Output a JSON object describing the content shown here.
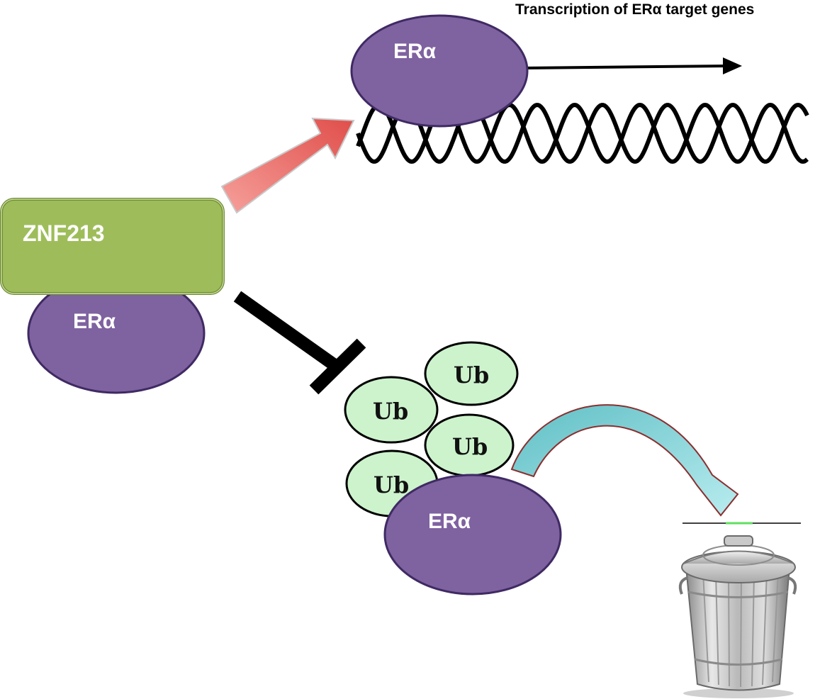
{
  "labels": {
    "transcription": "Transcription of ERα target genes",
    "era_top": "ERα",
    "znf213": "ZNF213",
    "era_left": "ERα",
    "era_bottom": "ERα",
    "ub": [
      "Ub",
      "Ub",
      "Ub",
      "Ub"
    ]
  },
  "colors": {
    "era_fill": "#7f62a0",
    "era_stroke": "#3f2a63",
    "znf_fill": "#9ebd5a",
    "znf_stroke": "#6e8a36",
    "ub_fill": "#cdf3cd",
    "activation_arrow": "#e8635f",
    "degradation_arrow": "#8fd3d8",
    "degradation_arrow_stroke": "#8b2f2f"
  },
  "icons": [
    "dna-helix",
    "trash-can-icon"
  ]
}
